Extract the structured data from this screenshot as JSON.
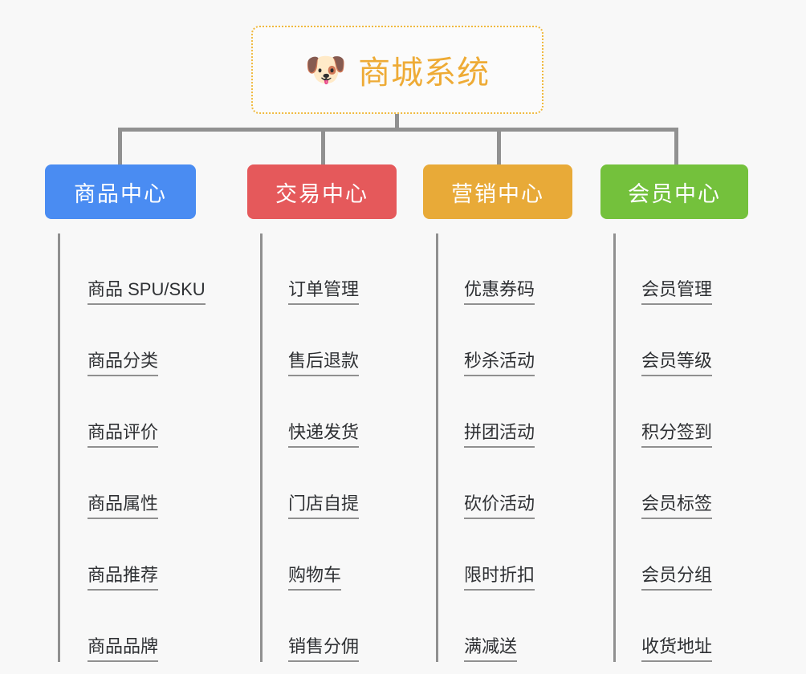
{
  "root": {
    "emoji": "🐶",
    "emoji_name": "dog-face-emoji",
    "title": "商城系统"
  },
  "colors": {
    "background": "#f8f8f8",
    "root_border": "#f0b93e",
    "root_text": "#eeab36",
    "connector": "#919191",
    "leaf_text": "#2e3033",
    "leaf_rule": "#909090",
    "product_center": "#4a8cf2",
    "trade_center": "#e5595b",
    "marketing_center": "#e8aa38",
    "member_center": "#74c13c"
  },
  "columns": [
    {
      "id": "product-center",
      "title": "商品中心",
      "color": "#4a8cf2",
      "items": [
        "商品 SPU/SKU",
        "商品分类",
        "商品评价",
        "商品属性",
        "商品推荐",
        "商品品牌"
      ]
    },
    {
      "id": "trade-center",
      "title": "交易中心",
      "color": "#e5595b",
      "items": [
        "订单管理",
        "售后退款",
        "快递发货",
        "门店自提",
        "购物车",
        "销售分佣"
      ]
    },
    {
      "id": "marketing-center",
      "title": "营销中心",
      "color": "#e8aa38",
      "items": [
        "优惠券码",
        "秒杀活动",
        "拼团活动",
        "砍价活动",
        "限时折扣",
        "满减送"
      ]
    },
    {
      "id": "member-center",
      "title": "会员中心",
      "color": "#74c13c",
      "items": [
        "会员管理",
        "会员等级",
        "积分签到",
        "会员标签",
        "会员分组",
        "收货地址"
      ]
    }
  ]
}
